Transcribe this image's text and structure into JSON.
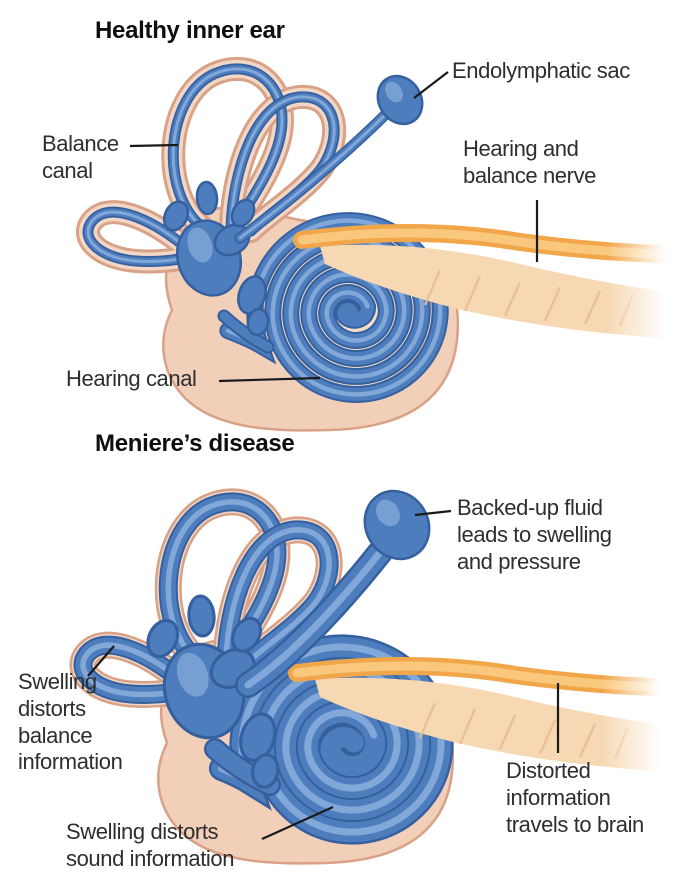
{
  "figure": {
    "type": "medical-anatomy-diagram",
    "subject": "Inner ear: healthy vs Meniere's disease",
    "panels": [
      {
        "title": "Healthy inner ear",
        "labels": {
          "endolymphatic_sac": "Endolymphatic sac",
          "balance_canal": "Balance\ncanal",
          "hearing_balance_nerve": "Hearing and\nbalance nerve",
          "hearing_canal": "Hearing canal"
        }
      },
      {
        "title": "Meniere’s disease",
        "labels": {
          "backed_up_fluid": "Backed-up fluid\nleads to swelling\nand pressure",
          "swelling_balance": "Swelling\ndistorts\nbalance\ninformation",
          "swelling_sound": "Swelling distorts\nsound information",
          "distorted_info": "Distorted\ninformation\ntravels to brain"
        }
      }
    ],
    "colors": {
      "membranous_labyrinth_blue": "#4d7dbd",
      "blue_outline": "#35609f",
      "blue_highlight": "#8fb3de",
      "bony_labyrinth_pink": "#f2cfb9",
      "pink_edge": "#d9a185",
      "nerve_orange": "#f2a64a",
      "nerve_pale_band": "#f6d8b2",
      "label_text": "#2e2e2e",
      "leader_line": "#1a1a1a",
      "background": "#ffffff"
    }
  }
}
